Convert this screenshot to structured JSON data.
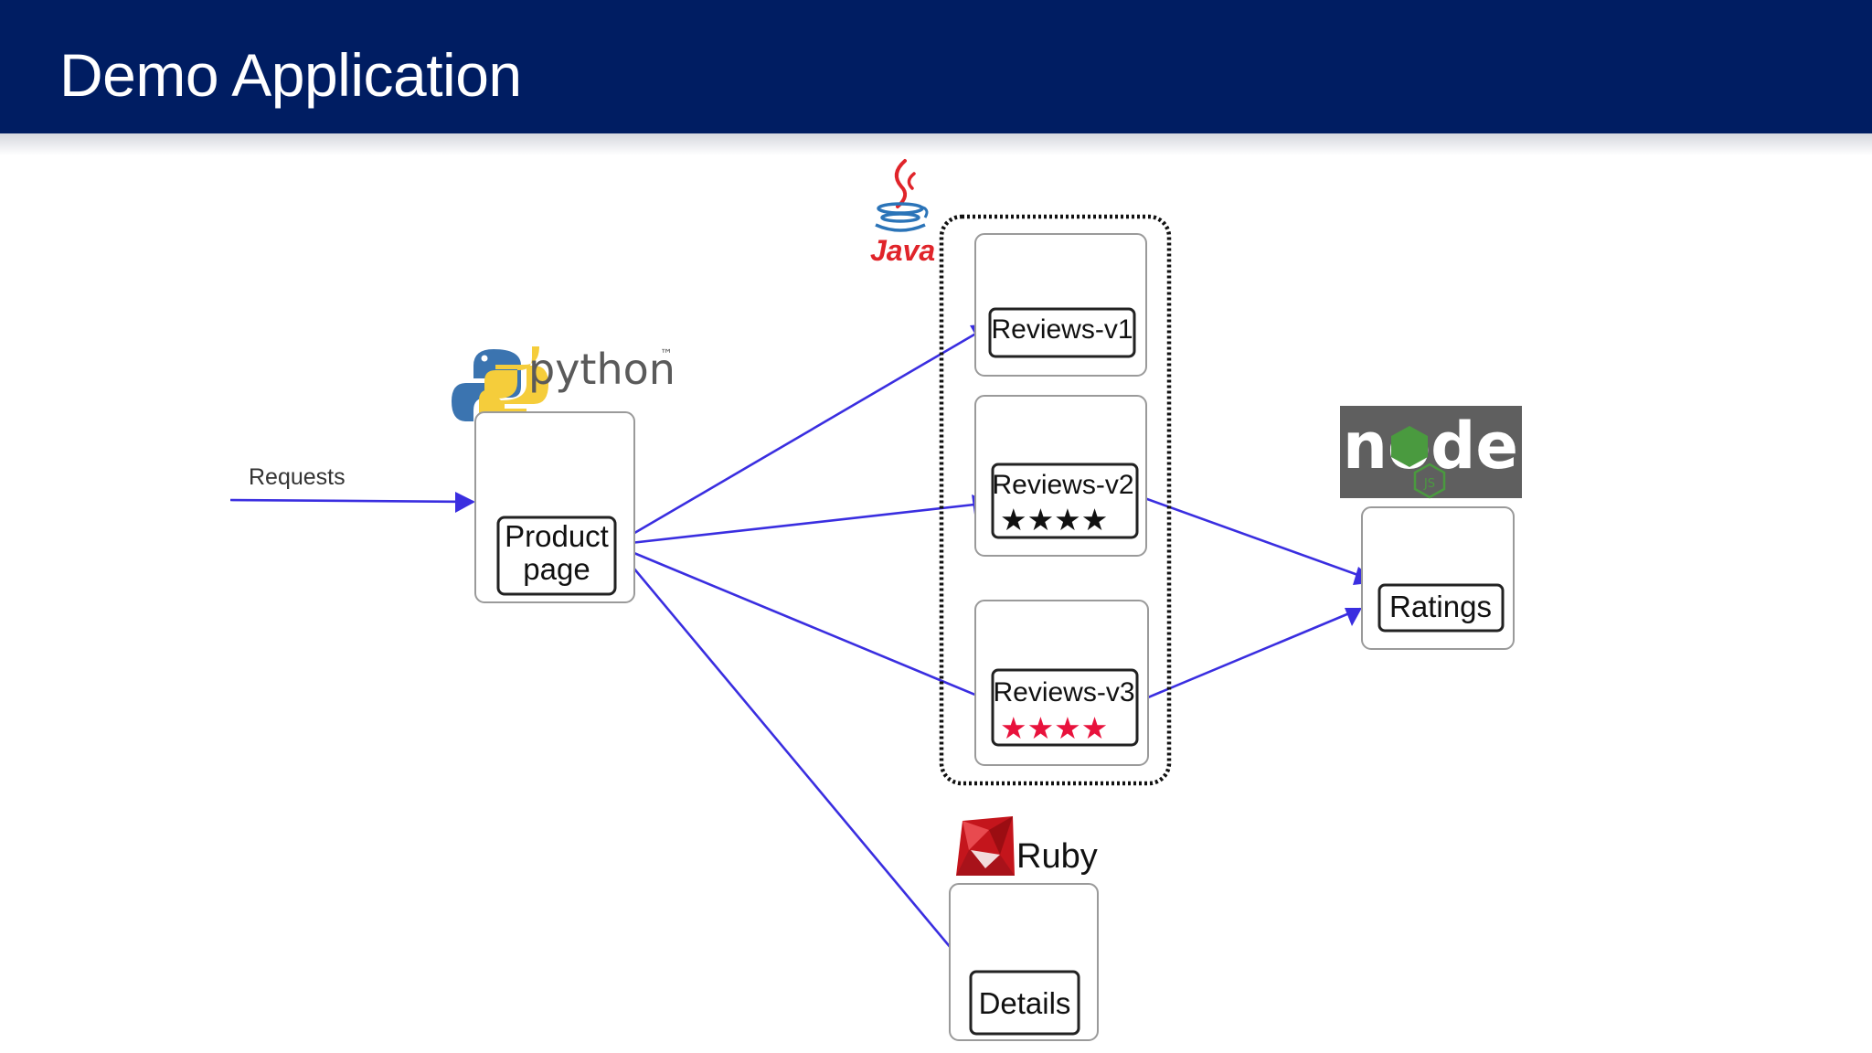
{
  "header": {
    "title": "Demo Application"
  },
  "diagram": {
    "requests_label": "Requests",
    "logos": {
      "python": "python",
      "java": "Java",
      "ruby": "Ruby",
      "node": "node"
    },
    "services": {
      "productpage": [
        "Product",
        "page"
      ],
      "reviews_v1": "Reviews-v1",
      "reviews_v2": "Reviews-v2",
      "reviews_v3": "Reviews-v3",
      "ratings": "Ratings",
      "details": "Details"
    },
    "stars": {
      "reviews_v2": "★★★★",
      "reviews_v3": "★★★★"
    },
    "edges": [
      {
        "from": "Requests",
        "to": "Product page"
      },
      {
        "from": "Product page",
        "to": "Reviews-v1"
      },
      {
        "from": "Product page",
        "to": "Reviews-v2"
      },
      {
        "from": "Product page",
        "to": "Reviews-v3"
      },
      {
        "from": "Product page",
        "to": "Details"
      },
      {
        "from": "Reviews-v2",
        "to": "Ratings"
      },
      {
        "from": "Reviews-v3",
        "to": "Ratings"
      }
    ]
  },
  "colors": {
    "header_bg": "#001d62",
    "edge": "#3a2ee0",
    "stars_v2": "#111111",
    "stars_v3": "#e8123c",
    "java": "#e0242a",
    "ruby": "#c4151c",
    "node_bg": "#5f5f5f",
    "node_green": "#4a9a3f"
  }
}
